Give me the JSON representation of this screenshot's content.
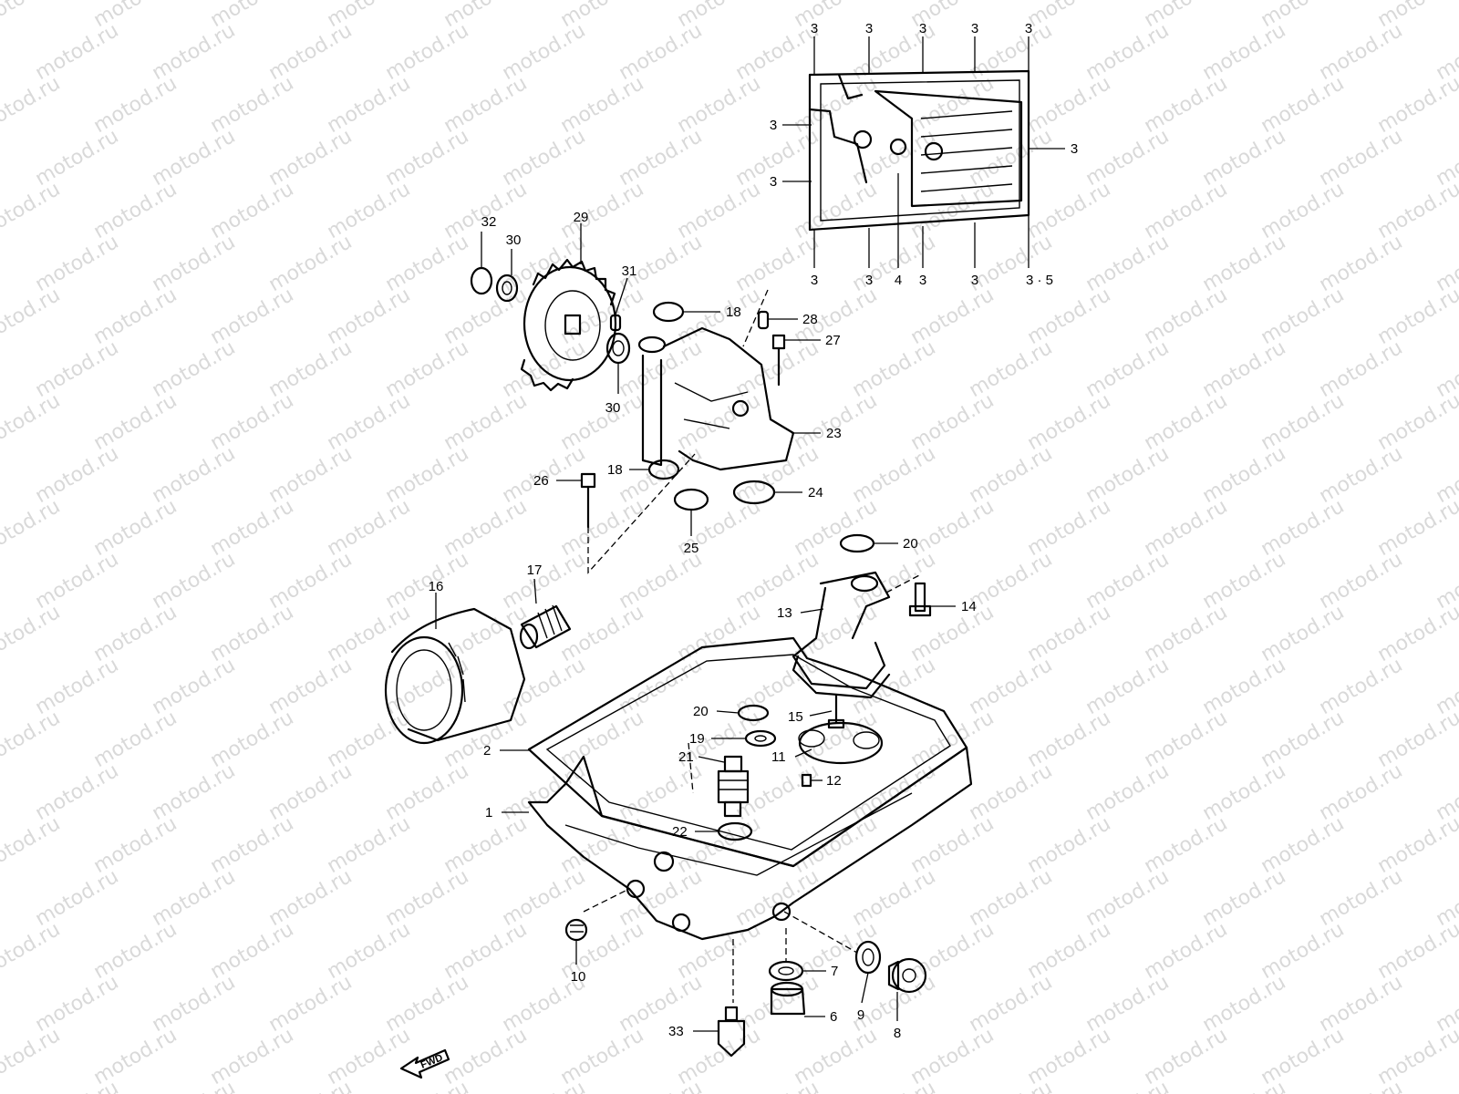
{
  "watermark": "motod.ru",
  "fwd_label": "FWD",
  "callouts": {
    "c1": "1",
    "c2": "2",
    "c3": "3",
    "c4": "4",
    "c35": "3 · 5",
    "c6": "6",
    "c7": "7",
    "c8": "8",
    "c9": "9",
    "c10": "10",
    "c11": "11",
    "c12": "12",
    "c13": "13",
    "c14": "14",
    "c15": "15",
    "c16": "16",
    "c17": "17",
    "c18": "18",
    "c19": "19",
    "c20": "20",
    "c21": "21",
    "c22": "22",
    "c23": "23",
    "c24": "24",
    "c25": "25",
    "c26": "26",
    "c27": "27",
    "c28": "28",
    "c29": "29",
    "c30": "30",
    "c31": "31",
    "c32": "32",
    "c33": "33"
  },
  "icons": {
    "fwd_arrow": "fwd-arrow-icon"
  }
}
